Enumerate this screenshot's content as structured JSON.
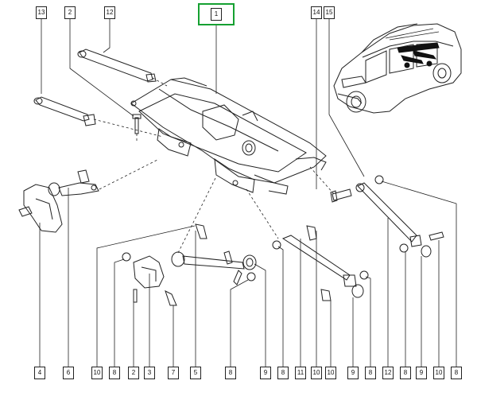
{
  "highlight_color": "#15a031",
  "labels_top": [
    {
      "id": "top-13",
      "text": "13"
    },
    {
      "id": "top-2",
      "text": "2"
    },
    {
      "id": "top-12",
      "text": "12"
    },
    {
      "id": "top-1",
      "text": "1"
    },
    {
      "id": "top-14",
      "text": "14"
    },
    {
      "id": "top-15",
      "text": "15"
    }
  ],
  "labels_bottom": [
    {
      "id": "b-4",
      "text": "4"
    },
    {
      "id": "b-6",
      "text": "6"
    },
    {
      "id": "b-10a",
      "text": "10"
    },
    {
      "id": "b-8a",
      "text": "8"
    },
    {
      "id": "b-2",
      "text": "2"
    },
    {
      "id": "b-3",
      "text": "3"
    },
    {
      "id": "b-7",
      "text": "7"
    },
    {
      "id": "b-5",
      "text": "5"
    },
    {
      "id": "b-8b",
      "text": "8"
    },
    {
      "id": "b-9a",
      "text": "9"
    },
    {
      "id": "b-8c",
      "text": "8"
    },
    {
      "id": "b-11",
      "text": "11"
    },
    {
      "id": "b-10b",
      "text": "10"
    },
    {
      "id": "b-10c",
      "text": "10"
    },
    {
      "id": "b-9b",
      "text": "9"
    },
    {
      "id": "b-8d",
      "text": "8"
    },
    {
      "id": "b-12",
      "text": "12"
    },
    {
      "id": "b-8e",
      "text": "8"
    },
    {
      "id": "b-9c",
      "text": "9"
    },
    {
      "id": "b-10d",
      "text": "10"
    },
    {
      "id": "b-8f",
      "text": "8"
    }
  ]
}
